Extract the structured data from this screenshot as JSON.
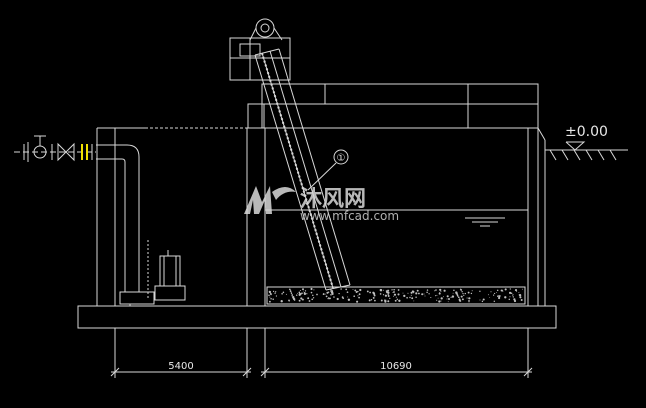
{
  "dimensions": {
    "left": "5400",
    "right": "10690"
  },
  "level_mark": "±0.00",
  "callout": "①",
  "watermark": {
    "name": "沐风网",
    "url": "www.mfcad.com"
  },
  "colors": {
    "line": "#d8d8d8",
    "background": "#000000",
    "gravel": "#bfbfbf"
  }
}
